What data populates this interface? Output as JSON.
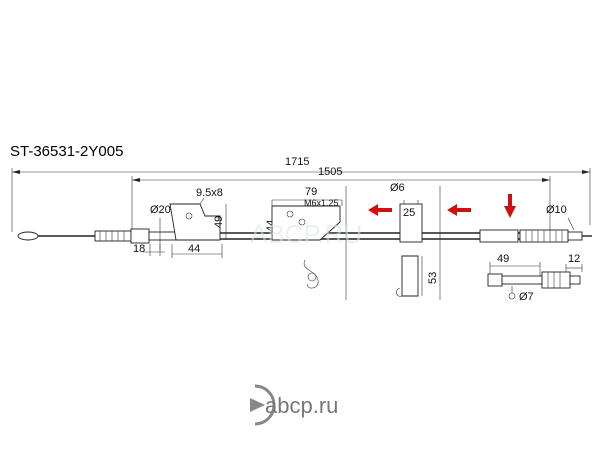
{
  "part_number": "ST-36531-2Y005",
  "dimensions": {
    "total_length": "1715",
    "inner_length": "1505",
    "d_end_20": "Ø20",
    "bracket_9_5x8": "9.5x8",
    "h_49_left": "49",
    "len_18": "18",
    "len_44_left": "44",
    "h_44_bracket": "44",
    "w_79": "79",
    "thread_m6": "M6x1.25",
    "d_6": "Ø6",
    "w_25": "25",
    "h_53": "53",
    "d_10": "Ø10",
    "len_49_right": "49",
    "len_12": "12",
    "d_7": "Ø7"
  },
  "brand": {
    "logo_text": "ABCP.RU",
    "text": "abcp.ru"
  },
  "colors": {
    "arrow": "#d01010",
    "logo_grey": "#777777"
  }
}
